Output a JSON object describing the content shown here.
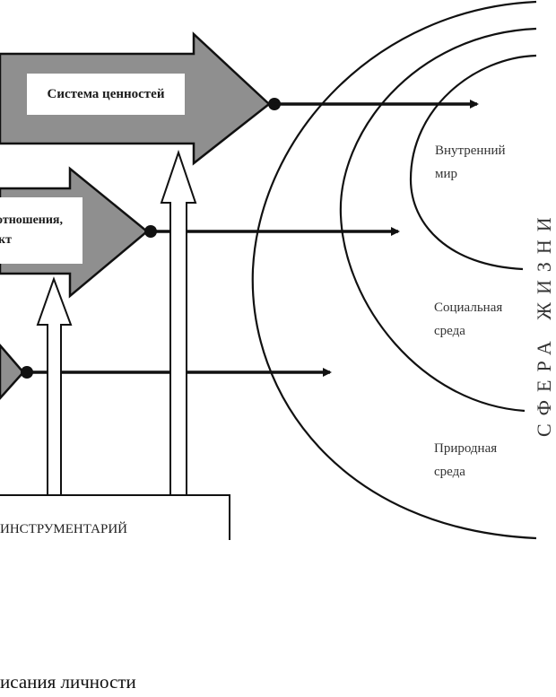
{
  "diagram": {
    "arrows": [
      {
        "id": "values",
        "label": "Система ценностей"
      },
      {
        "id": "relations",
        "label_line1": "отношения,",
        "label_line2": "кт"
      },
      {
        "id": "lower",
        "label": ""
      }
    ],
    "zones": [
      {
        "id": "inner",
        "line1": "Внутренний",
        "line2": "мир"
      },
      {
        "id": "social",
        "line1": "Социальная",
        "line2": "среда"
      },
      {
        "id": "natural",
        "line1": "Природная",
        "line2": "среда"
      }
    ],
    "sphere_label": "СФЕРА ЖИЗНИ",
    "toolkit_label": "ИНСТРУМЕНТАРИЙ",
    "caption": "исания личности",
    "colors": {
      "arrow_fill": "#8f8f8f",
      "line": "#111111",
      "background": "#ffffff"
    }
  }
}
